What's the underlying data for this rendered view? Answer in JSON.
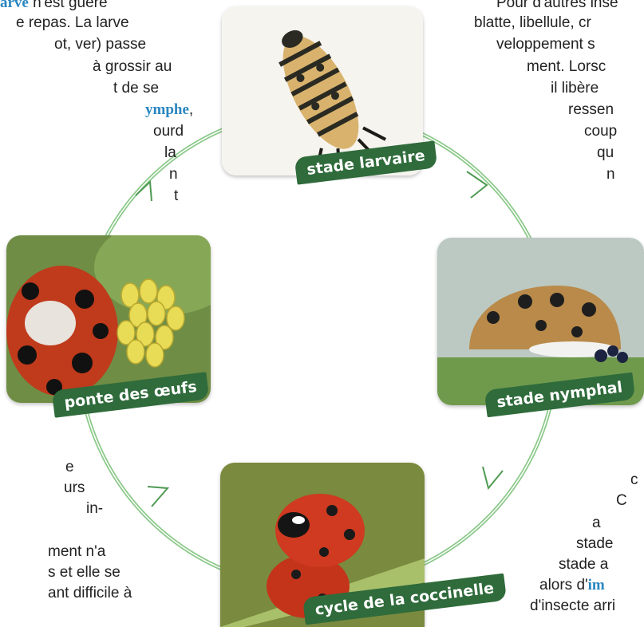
{
  "left_text": {
    "line1a": "arve",
    "line1b": " n'est guère",
    "line2": "e repas. La larve",
    "line3": "ot, ver) passe",
    "line4": "à grossir au",
    "line5": "t  de  se",
    "line6": "ymphe",
    "line6b": ",",
    "line7": "ourd",
    "line8": "la",
    "line9": "n",
    "line10": "t"
  },
  "right_text": {
    "line1": "Pour d'autres inse",
    "line2": "blatte, libellule, cr",
    "line3": "veloppement s",
    "line4": "ment. Lorsc",
    "line5": "il libère",
    "line6": "ressen",
    "line7": "coup",
    "line8": "qu",
    "line9": "n"
  },
  "bottom_left_text": {
    "line1": "e",
    "line2": "urs",
    "line3": "in-",
    "line4": "ment n'a",
    "line5": "s et elle se",
    "line6": "ant  difficile  à"
  },
  "bottom_right_text": {
    "line1": "c",
    "line2": "C",
    "line3": "a",
    "line4": "stade",
    "line5": "stade a",
    "line6a": "alors d'",
    "line6b": "im",
    "line7": "d'insecte arri"
  },
  "stages": {
    "larval": "stade larvaire",
    "nymph": "stade nymphal",
    "eggs": "ponte des œufs",
    "cycle": "cycle de la coccinelle"
  },
  "colors": {
    "badge_green": "#2f6b3b",
    "ring_green": "#5aa85a",
    "keyword_blue": "#2a86c0"
  }
}
